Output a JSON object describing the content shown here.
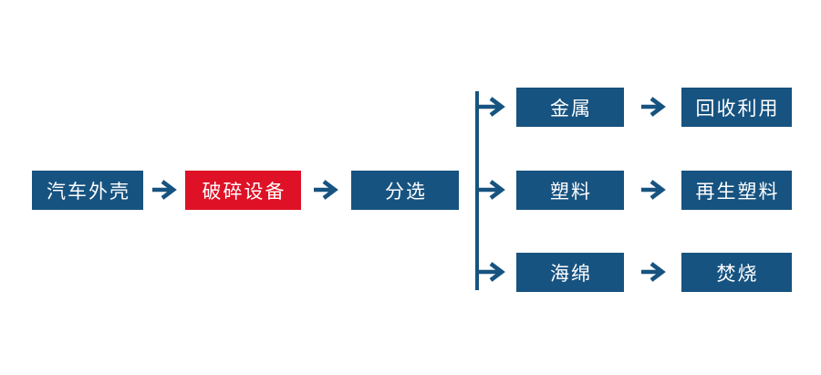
{
  "colors": {
    "box_blue": "#175380",
    "box_red": "#DE1126",
    "arrow_blue": "#175380",
    "text_white": "#ffffff",
    "background": "#ffffff"
  },
  "icons": {
    "arrow_right": "→"
  },
  "flow": {
    "main_nodes": [
      {
        "label": "汽车外壳"
      },
      {
        "label": "破碎设备"
      },
      {
        "label": "分选"
      }
    ],
    "branches": [
      {
        "material": "金属",
        "outcome": "回收利用"
      },
      {
        "material": "塑料",
        "outcome": "再生塑料"
      },
      {
        "material": "海绵",
        "outcome": "焚烧"
      }
    ]
  }
}
